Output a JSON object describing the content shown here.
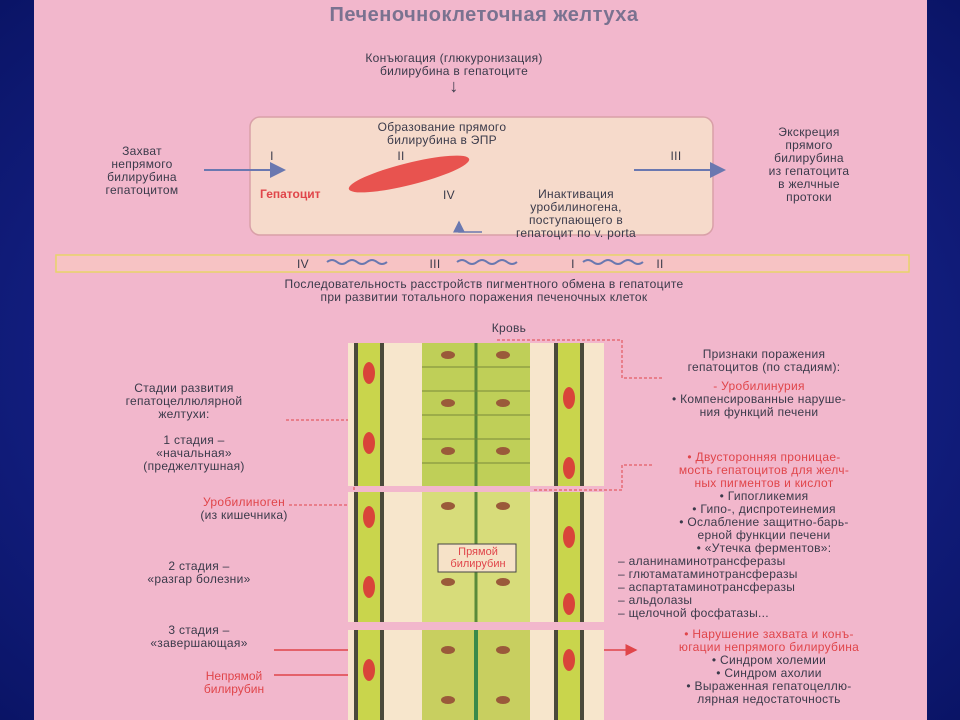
{
  "title": "Печеночноклеточная желтуха",
  "conjugation": [
    "Конъюгация (глюкуронизация)",
    "билирубина в гепатоците"
  ],
  "arrow_down": "↓",
  "formation": [
    "Образование прямого",
    "билирубина в ЭПР"
  ],
  "capture": [
    "Захват",
    "непрямого",
    "билирубина",
    "гепатоцитом"
  ],
  "excretion": [
    "Экскреция",
    "прямого",
    "билирубина",
    "из гепатоцита",
    "в желчные",
    "протоки"
  ],
  "hepatocyte_label": "Гепатоцит",
  "inactivation": [
    "Инактивация",
    "уробилиногена,",
    "поступающего в",
    "гепатоцит по v. porta"
  ],
  "roman": {
    "i": "I",
    "ii": "II",
    "iii": "III",
    "iv": "IV"
  },
  "sequence_bar": [
    "IV",
    "III",
    "I",
    "II"
  ],
  "sequence_caption": [
    "Последовательность расстройств пигментного обмена в гепатоците",
    "при развитии тотального поражения печеночных клеток"
  ],
  "blood_label": "Кровь",
  "stages_heading": [
    "Стадии развития",
    "гепатоцеллюлярной",
    "желтухи:"
  ],
  "stage1": [
    "1 стадия –",
    "«начальная»",
    "(преджелтушная)"
  ],
  "urobilinogen": [
    "Уробилиноген",
    "(из кишечника)"
  ],
  "stage2": [
    "2 стадия –",
    "«разгар болезни»"
  ],
  "stage3": [
    "3 стадия –",
    "«завершающая»"
  ],
  "direct_bilirubin": [
    "Прямой",
    "билирубин"
  ],
  "indirect_bilirubin": [
    "Непрямой",
    "билирубин"
  ],
  "signs_heading": [
    "Признаки поражения",
    "гепатоцитов (по стадиям):"
  ],
  "signs_stage1": {
    "red": "- Уробилинурия",
    "items": [
      "• Компенсированные наруше-",
      "ния функций печени"
    ]
  },
  "signs_stage2": {
    "red": [
      "• Двусторонняя проницае-",
      "мость гепатоцитов для желч-",
      "ных пигментов и кислот"
    ],
    "items": [
      "• Гипогликемия",
      "• Гипо-, диспротеинемия",
      "• Ослабление защитно-барь-",
      "ерной функции печени",
      "• «Утечка ферментов»:",
      "– аланинаминотрансферазы",
      "– глютаматаминотрансферазы",
      "– аспартатаминотрансферазы",
      "– альдолазы",
      "– щелочной фосфатазы..."
    ]
  },
  "signs_stage3": {
    "red": [
      "• Нарушение захвата и конъ-",
      "югации непрямого билирубина"
    ],
    "items": [
      "• Синдром холемии",
      "• Синдром ахолии",
      "• Выраженная гепатоцеллю-",
      "лярная недостаточность"
    ]
  },
  "colors": {
    "background": "#f2b7cc",
    "accent_red": "#e0454a",
    "frame": "#1a2a9a"
  }
}
